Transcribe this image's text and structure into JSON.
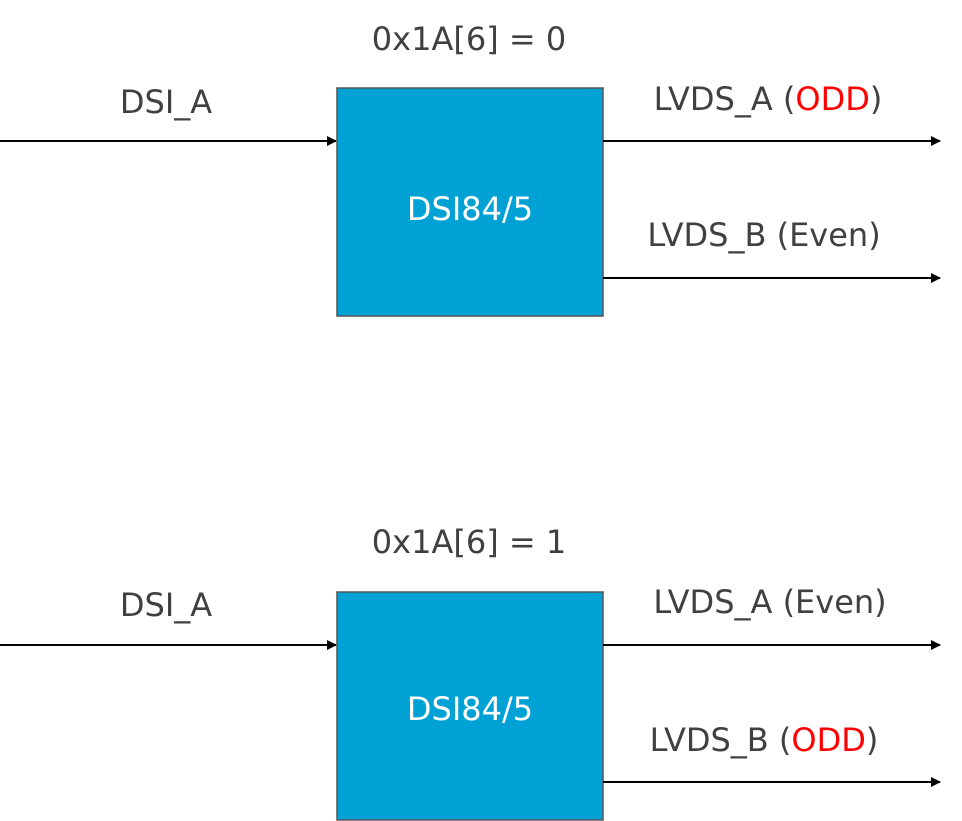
{
  "colors": {
    "block_fill": "#00A2D6",
    "text": "#404040",
    "highlight": "#FF0000",
    "line": "#000000"
  },
  "diagrams": [
    {
      "register_label": "0x1A[6] = 0",
      "input_label": "DSI_A",
      "block_label": "DSI84/5",
      "outputs": [
        {
          "prefix": "LVDS_A (",
          "parity": "ODD",
          "suffix": ")",
          "parity_highlight": true
        },
        {
          "prefix": "LVDS_B (",
          "parity": "Even",
          "suffix": ")",
          "parity_highlight": false
        }
      ]
    },
    {
      "register_label": "0x1A[6] = 1",
      "input_label": "DSI_A",
      "block_label": "DSI84/5",
      "outputs": [
        {
          "prefix": "LVDS_A (",
          "parity": "Even",
          "suffix": ")",
          "parity_highlight": false
        },
        {
          "prefix": "LVDS_B (",
          "parity": "ODD",
          "suffix": ")",
          "parity_highlight": true
        }
      ]
    }
  ]
}
